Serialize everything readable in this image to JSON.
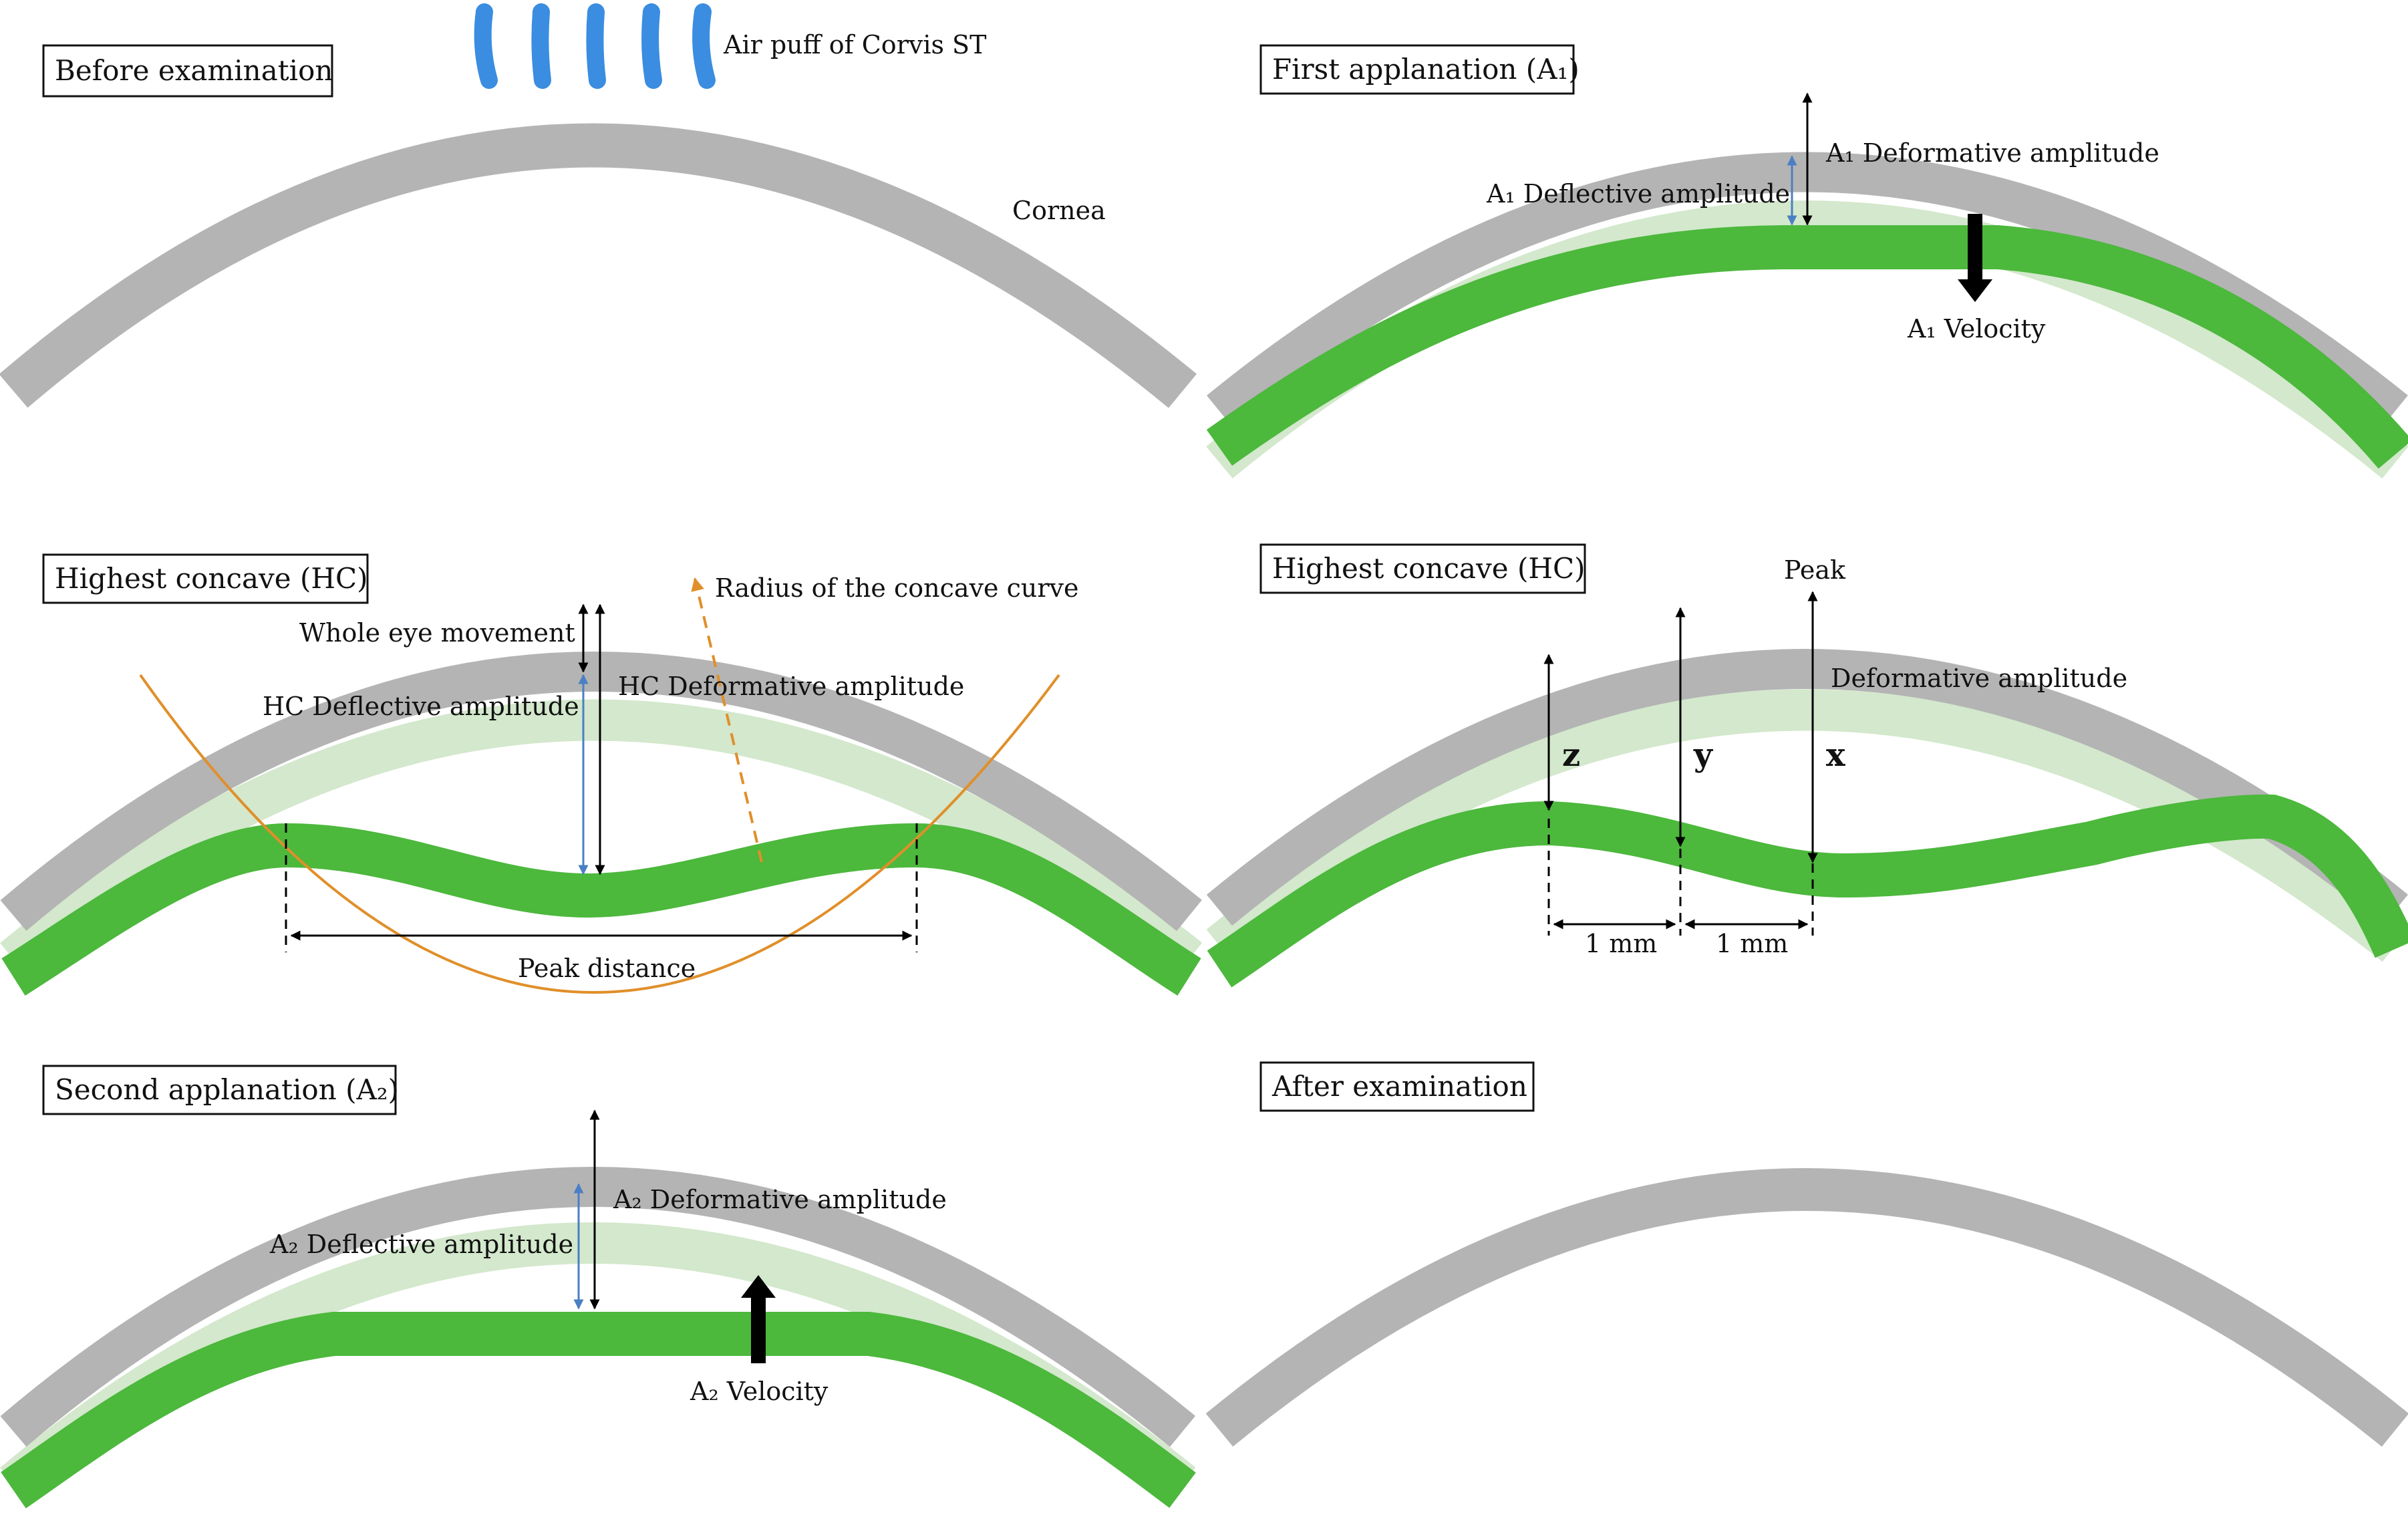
{
  "colors": {
    "cornea": "#b4b4b4",
    "deformed": "#4cb83c",
    "original_ghost": "#d3e8cc",
    "curve": "#e08f2a",
    "deflection_arrow": "#4a7fc4",
    "air_puff": "#3a8de0",
    "arrow": "#000000"
  },
  "panels": {
    "p1": {
      "title": "Before examination",
      "air_puff_label": "Air puff of Corvis ST",
      "cornea_label": "Cornea"
    },
    "p2": {
      "title": "First applanation (A₁)",
      "deformative": "A₁ Deformative amplitude",
      "deflective": "A₁ Deflective amplitude",
      "velocity": "A₁ Velocity"
    },
    "p3": {
      "title": "Highest concave (HC)",
      "radius": "Radius of the concave curve",
      "whole_eye": "Whole eye movement",
      "hc_deformative": "HC Deformative amplitude",
      "hc_deflective": "HC Deflective amplitude",
      "peak_distance": "Peak distance"
    },
    "p4": {
      "title": "Highest concave (HC)",
      "peak": "Peak",
      "deformative": "Deformative amplitude",
      "z": "z",
      "y": "y",
      "x": "x",
      "mm1": "1 mm",
      "mm2": "1 mm"
    },
    "p5": {
      "title": "Second applanation (A₂)",
      "deformative": "A₂ Deformative amplitude",
      "deflective": "A₂ Deflective amplitude",
      "velocity": "A₂ Velocity"
    },
    "p6": {
      "title": "After examination"
    }
  }
}
